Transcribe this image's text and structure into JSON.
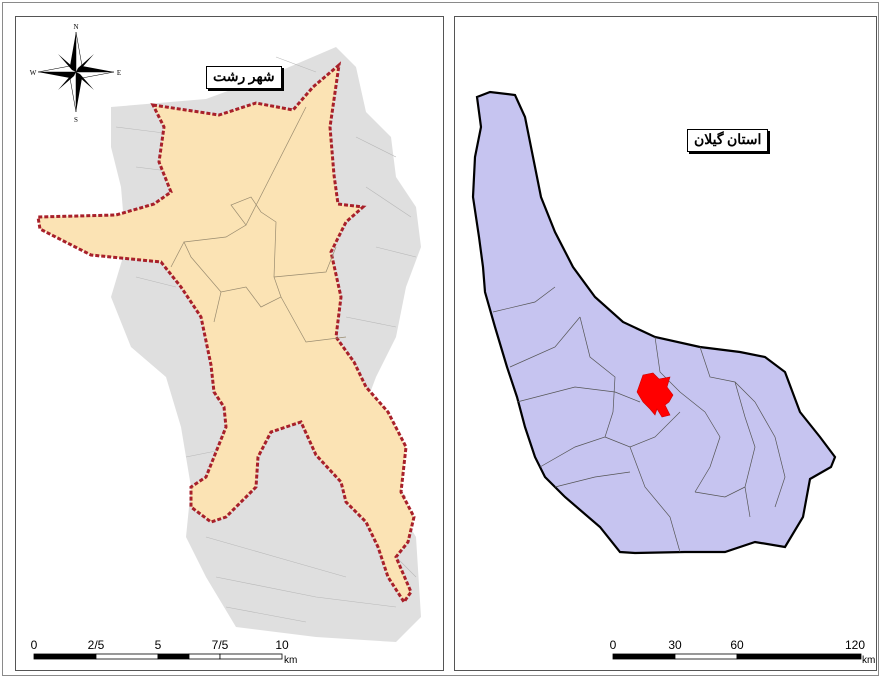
{
  "left_map": {
    "title": "شهر رشت",
    "compass": {
      "north": "N",
      "south": "S",
      "east": "E",
      "west": "W"
    },
    "scale_ticks": [
      "0",
      "2/5",
      "5",
      "7/5",
      "10"
    ],
    "scale_unit": "km",
    "fill_color": "#fbe3b4",
    "border_color": "#a8202a"
  },
  "right_map": {
    "title": "استان گیلان",
    "scale_ticks": [
      "0",
      "30",
      "60",
      "120"
    ],
    "scale_unit": "km",
    "fill_color": "#c6c4f0",
    "highlight_color": "#ff0000"
  }
}
